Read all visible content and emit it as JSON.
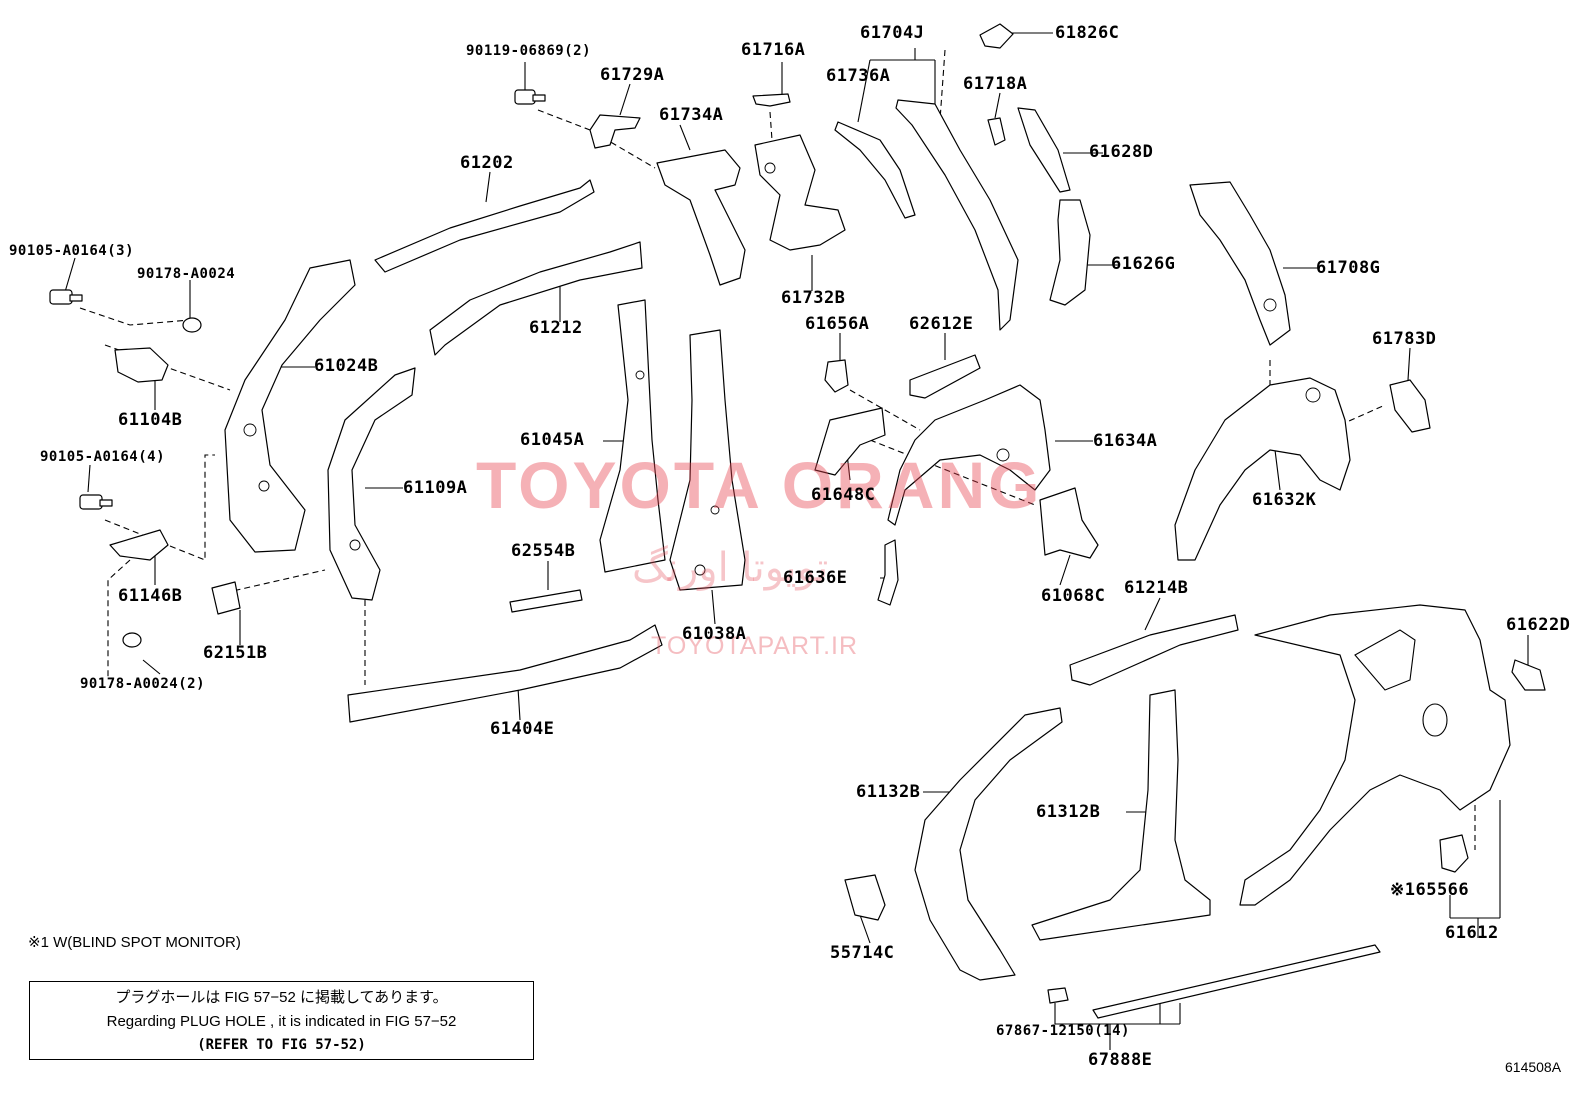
{
  "watermark": {
    "brand": "TOYOTA ORANG",
    "farsi": "تویوتا اورنگ",
    "url": "TOYOTAPART.IR"
  },
  "parts": [
    {
      "id": "p1",
      "label": "90119-06869(2)"
    },
    {
      "id": "p2",
      "label": "61729A"
    },
    {
      "id": "p3",
      "label": "61716A"
    },
    {
      "id": "p4",
      "label": "61704J"
    },
    {
      "id": "p5",
      "label": "61826C"
    },
    {
      "id": "p6",
      "label": "61736A"
    },
    {
      "id": "p7",
      "label": "61718A"
    },
    {
      "id": "p8",
      "label": "61734A"
    },
    {
      "id": "p9",
      "label": "61628D"
    },
    {
      "id": "p10",
      "label": "61202"
    },
    {
      "id": "p11",
      "label": "61626G"
    },
    {
      "id": "p12",
      "label": "61708G"
    },
    {
      "id": "p13",
      "label": "90105-A0164(3)"
    },
    {
      "id": "p14",
      "label": "90178-A0024"
    },
    {
      "id": "p15",
      "label": "61212"
    },
    {
      "id": "p16",
      "label": "61732B"
    },
    {
      "id": "p17",
      "label": "61656A"
    },
    {
      "id": "p18",
      "label": "62612E"
    },
    {
      "id": "p19",
      "label": "61783D"
    },
    {
      "id": "p20",
      "label": "61024B"
    },
    {
      "id": "p21",
      "label": "61104B"
    },
    {
      "id": "p22",
      "label": "61045A"
    },
    {
      "id": "p23",
      "label": "61634A"
    },
    {
      "id": "p24",
      "label": "90105-A0164(4)"
    },
    {
      "id": "p25",
      "label": "61109A"
    },
    {
      "id": "p26",
      "label": "61648C"
    },
    {
      "id": "p27",
      "label": "61632K"
    },
    {
      "id": "p28",
      "label": "62554B"
    },
    {
      "id": "p29",
      "label": "61146B"
    },
    {
      "id": "p30",
      "label": "61636E"
    },
    {
      "id": "p31",
      "label": "61068C"
    },
    {
      "id": "p32",
      "label": "61214B"
    },
    {
      "id": "p33",
      "label": "62151B"
    },
    {
      "id": "p34",
      "label": "61038A"
    },
    {
      "id": "p35",
      "label": "61622D"
    },
    {
      "id": "p36",
      "label": "90178-A0024(2)"
    },
    {
      "id": "p37",
      "label": "61404E"
    },
    {
      "id": "p38",
      "label": "61132B"
    },
    {
      "id": "p39",
      "label": "61312B"
    },
    {
      "id": "p40",
      "label": "※165566"
    },
    {
      "id": "p41",
      "label": "55714C"
    },
    {
      "id": "p42",
      "label": "61612"
    },
    {
      "id": "p43",
      "label": "67867-12150(14)"
    },
    {
      "id": "p44",
      "label": "67888E"
    }
  ],
  "footnote": "※1 W(BLIND SPOT MONITOR)",
  "plug_hole_note": {
    "japanese": "プラグホールは FIG 57−52 に掲載してあります。",
    "english": "Regarding  PLUG  HOLE , it is indicated in  FIG  57−52",
    "refer": "(REFER TO FIG 57-52)"
  },
  "illustration_code": "614508A"
}
